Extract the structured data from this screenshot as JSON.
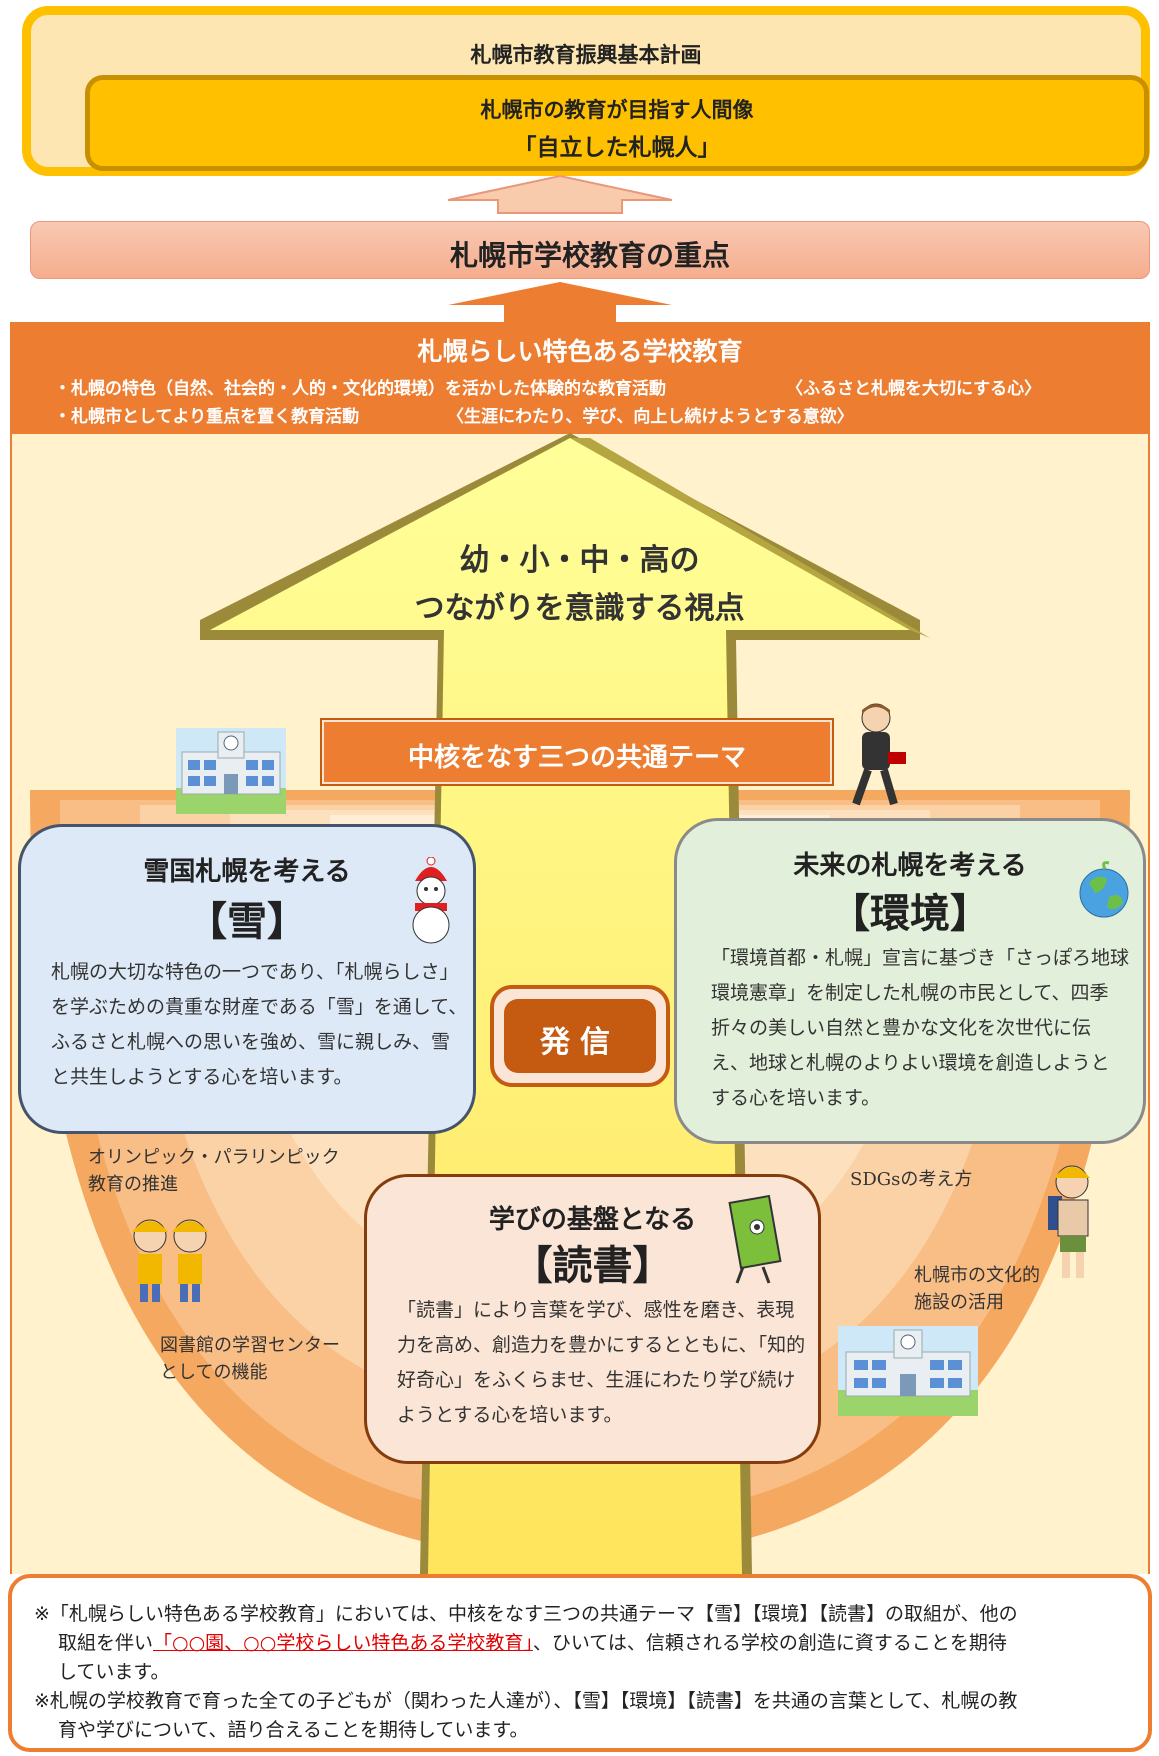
{
  "plan": {
    "title": "札幌市教育振興基本計画",
    "goal_subtitle": "札幌市の教育が目指す人間像",
    "goal": "「自立した札幌人」"
  },
  "priority": {
    "title": "札幌市学校教育の重点"
  },
  "feature": {
    "title": "札幌らしい特色ある学校教育",
    "line1": "・札幌の特色（自然、社会的・人的・文化的環境）を活かした体験的な教育活動",
    "line1_note": "〈ふるさと札幌を大切にする心〉",
    "line2": "・札幌市としてより重点を置く教育活動",
    "line2_note": "〈生涯にわたり、学び、向上し続けようとする意欲〉"
  },
  "arrow": {
    "line1": "幼・小・中・高の",
    "line2": "つながりを意識する視点"
  },
  "themes_banner": "中核をなす三つの共通テーマ",
  "snow": {
    "subtitle": "雪国札幌を考える",
    "title": "【雪】",
    "desc": [
      "札幌の大切な特色の一つであり、「札幌らしさ」",
      "を学ぶための貴重な財産である「雪」を通して、",
      "ふるさと札幌への思いを強め、雪に親しみ、雪",
      "と共生しようとする心を培います。"
    ]
  },
  "env": {
    "subtitle": "未来の札幌を考える",
    "title": "【環境】",
    "desc": [
      "「環境首都・札幌」宣言に基づき「さっぽろ地球",
      "環境憲章」を制定した札幌の市民として、四季",
      "折々の美しい自然と豊かな文化を次世代に伝",
      "え、地球と札幌のよりよい環境を創造しようと",
      "する心を培います。"
    ]
  },
  "read": {
    "subtitle": "学びの基盤となる",
    "title": "【読書】",
    "desc": [
      "「読書」により言葉を学び、感性を磨き、表現",
      "力を高め、創造力を豊かにするとともに、「知的",
      "好奇心」をふくらませ、生涯にわたり学び続け",
      "ようとする心を培います。"
    ]
  },
  "send": "発信",
  "side_labels": {
    "olympic_1": "オリンピック・パラリンピック",
    "olympic_2": "教育の推進",
    "library_1": "図書館の学習センター",
    "library_2": "としての機能",
    "sdgs": "SDGsの考え方",
    "culture_1": "札幌市の文化的",
    "culture_2": "施設の活用"
  },
  "note": {
    "line1": "※「札幌らしい特色ある学校教育」においては、中核をなす三つの共通テーマ【雪】【環境】【読書】の取組が、他の",
    "line2_pre": "取組を伴い",
    "line2_highlight": "「○○園、○○学校らしい特色ある学校教育」",
    "line2_post": "、ひいては、信頼される学校の創造に資することを期待",
    "line3": "しています。",
    "line4": "※札幌の学校教育で育った全ての子どもが（関わった人達が）、【雪】【環境】【読書】を共通の言葉として、札幌の教",
    "line5": "育や学びについて、語り合えることを期待しています。"
  },
  "colors": {
    "gold": "#ffc000",
    "orange": "#ed7d31",
    "dark_orange": "#c55a11",
    "cream": "#fff2cc",
    "salmon": "#f5ad8e",
    "highlight_red": "#e00000"
  }
}
